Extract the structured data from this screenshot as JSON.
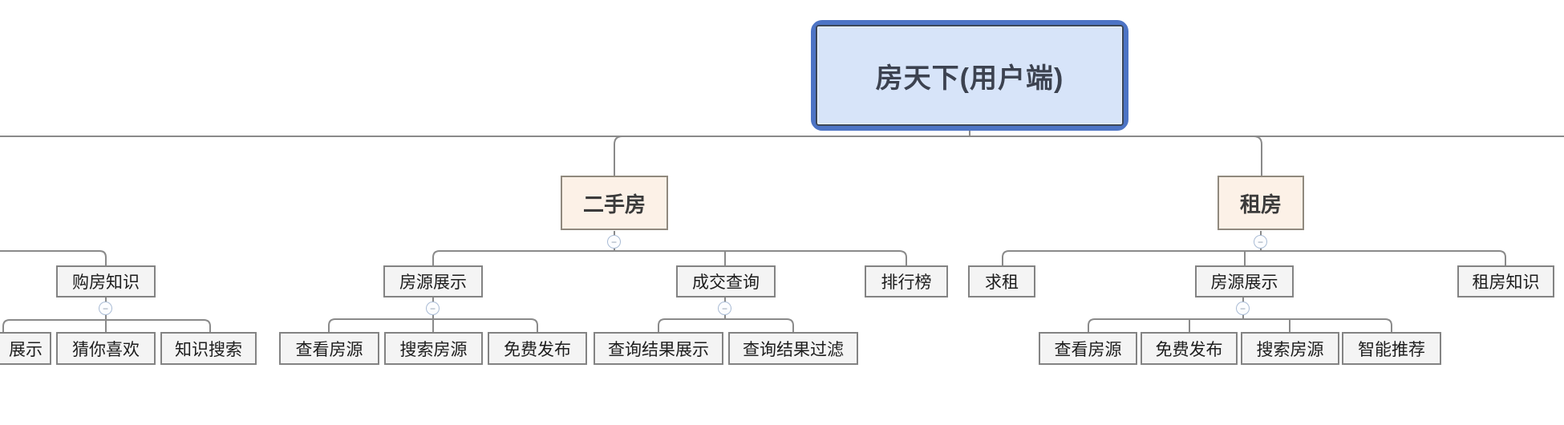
{
  "mindmap": {
    "tree": {
      "label": "房天下(用户端)",
      "children": [
        {
          "label": "二手房",
          "children": [
            {
              "label": "房源展示",
              "children": [
                {
                  "label": "查看房源"
                },
                {
                  "label": "搜索房源"
                },
                {
                  "label": "免费发布"
                }
              ]
            },
            {
              "label": "成交查询",
              "children": [
                {
                  "label": "查询结果展示"
                },
                {
                  "label": "查询结果过滤"
                }
              ]
            },
            {
              "label": "排行榜",
              "children": []
            }
          ]
        },
        {
          "label": "租房",
          "children": [
            {
              "label": "求租",
              "children": []
            },
            {
              "label": "房源展示",
              "children": [
                {
                  "label": "查看房源"
                },
                {
                  "label": "免费发布"
                },
                {
                  "label": "搜索房源"
                },
                {
                  "label": "智能推荐"
                }
              ]
            },
            {
              "label": "租房知识",
              "children": []
            }
          ]
        }
      ]
    },
    "left_partial_branch": {
      "label": "购房知识",
      "children": [
        {
          "label": "展示"
        },
        {
          "label": "猜你喜欢"
        },
        {
          "label": "知识搜索"
        }
      ]
    },
    "ui": {
      "collapse_symbol": "−"
    },
    "colors": {
      "root_fill": "#d7e4f9",
      "root_border": "#4d74c5",
      "root_inner_border": "#3c4757",
      "branch_fill": "#fcf1e7",
      "branch_border": "#90897e",
      "leaf_fill": "#f4f4f4",
      "leaf_border": "#838383",
      "connector_line": "#8a8a8a",
      "collapse_border": "#a9bbd4"
    }
  }
}
